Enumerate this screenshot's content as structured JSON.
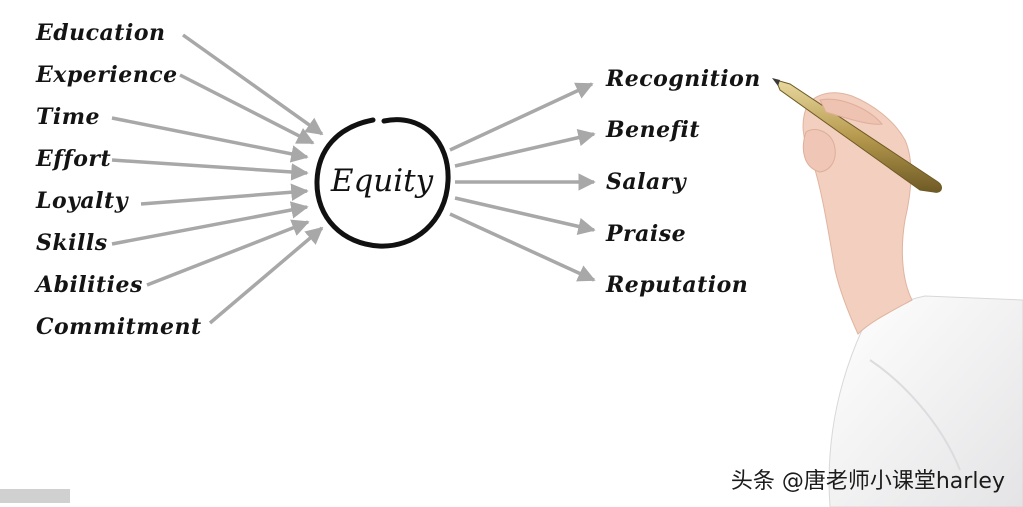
{
  "diagram": {
    "center": "Equity",
    "inputs": [
      "Education",
      "Experience",
      "Time",
      "Effort",
      "Loyalty",
      "Skills",
      "Abilities",
      "Commitment"
    ],
    "outputs": [
      "Recognition",
      "Benefit",
      "Salary",
      "Praise",
      "Reputation"
    ],
    "arrow_color": "#a8a8a8",
    "text_color": "#141414"
  },
  "watermark": "头条 @唐老师小课堂harley"
}
